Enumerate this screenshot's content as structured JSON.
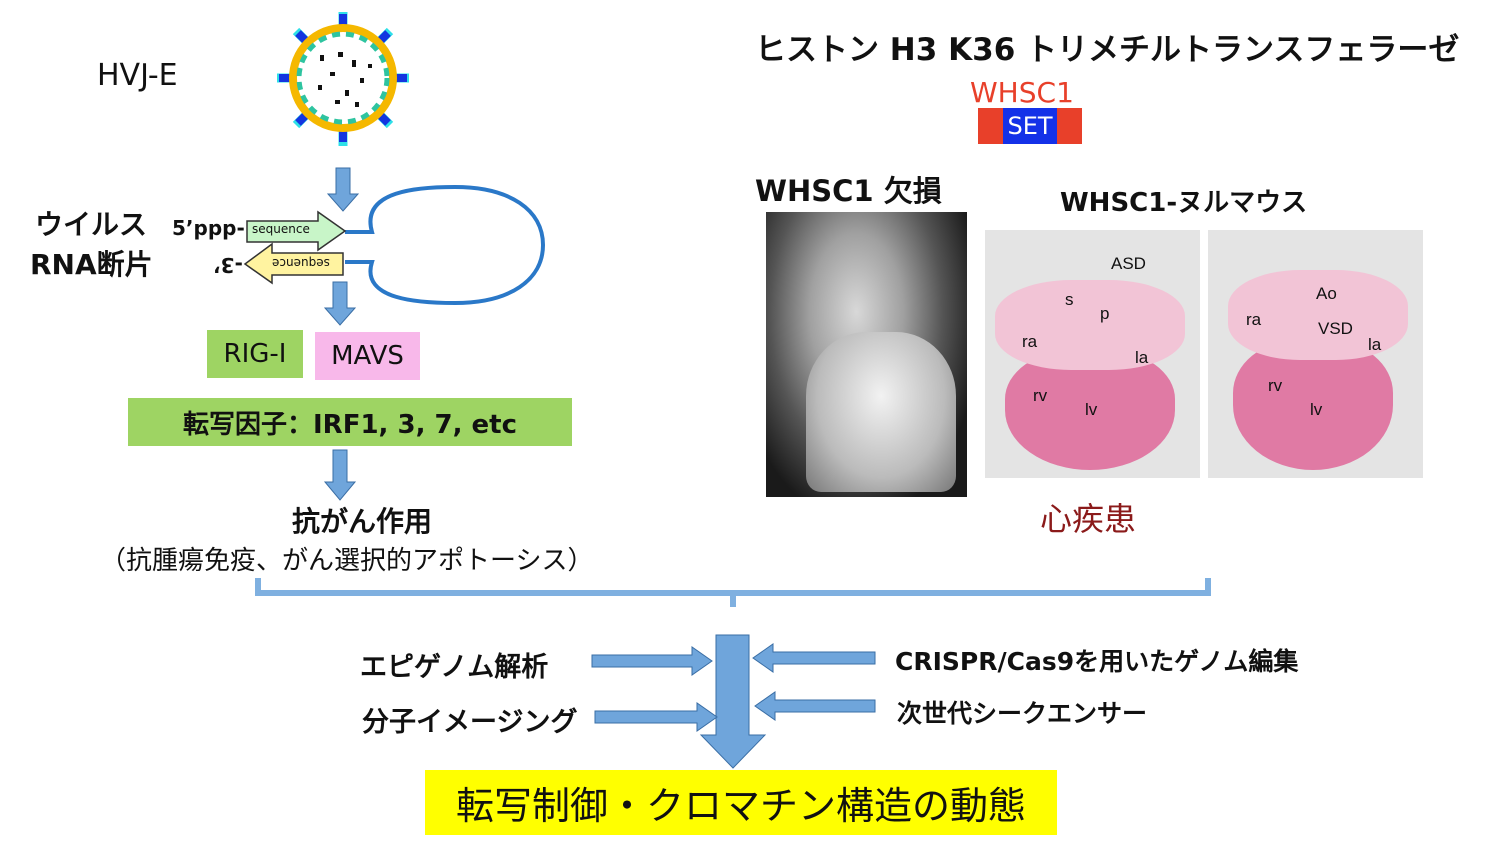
{
  "left": {
    "virus_label": "HVJ-E",
    "rna_label_line1": "ウイルス",
    "rna_label_line2": "RNA断片",
    "five_prime": "5’ppp-",
    "three_prime": "-3’",
    "strand_top": "sequence",
    "strand_bottom": "sequence",
    "rig_i": "RIG-I",
    "mavs": "MAVS",
    "transcription_factors": "転写因子：IRF1, 3, 7, etc",
    "effect_title": "抗がん作用",
    "effect_detail": "（抗腫瘍免疫、がん選択的アポトーシス）"
  },
  "right": {
    "title": "ヒストン H3 K36 トリメチルトランスフェラーゼ",
    "gene_name": "WHSC1",
    "domain_label": "SET",
    "deficiency_label": "WHSC1 欠損",
    "mouse_label": "WHSC1-ヌルマウス",
    "heart1_labels": [
      "ASD",
      "s",
      "p",
      "ra",
      "la",
      "rv",
      "lv"
    ],
    "heart2_labels": [
      "Ao",
      "VSD",
      "ra",
      "la",
      "rv",
      "lv"
    ],
    "disease_label": "心疾患"
  },
  "bottom": {
    "input_left_1": "エピゲノム解析",
    "input_left_2": "分子イメージング",
    "input_right_1": "CRISPR/Cas9を用いたゲノム編集",
    "input_right_2": "次世代シークエンサー",
    "conclusion": "転写制御・クロマチン構造の動態"
  },
  "colors": {
    "arrow": "#6fa5db",
    "green_box": "#9ed463",
    "pink_box": "#f8b8ea",
    "gene_red": "#e8402a",
    "set_blue": "#1431e8",
    "disease": "#8b1a1a",
    "highlight": "#ffff00"
  }
}
